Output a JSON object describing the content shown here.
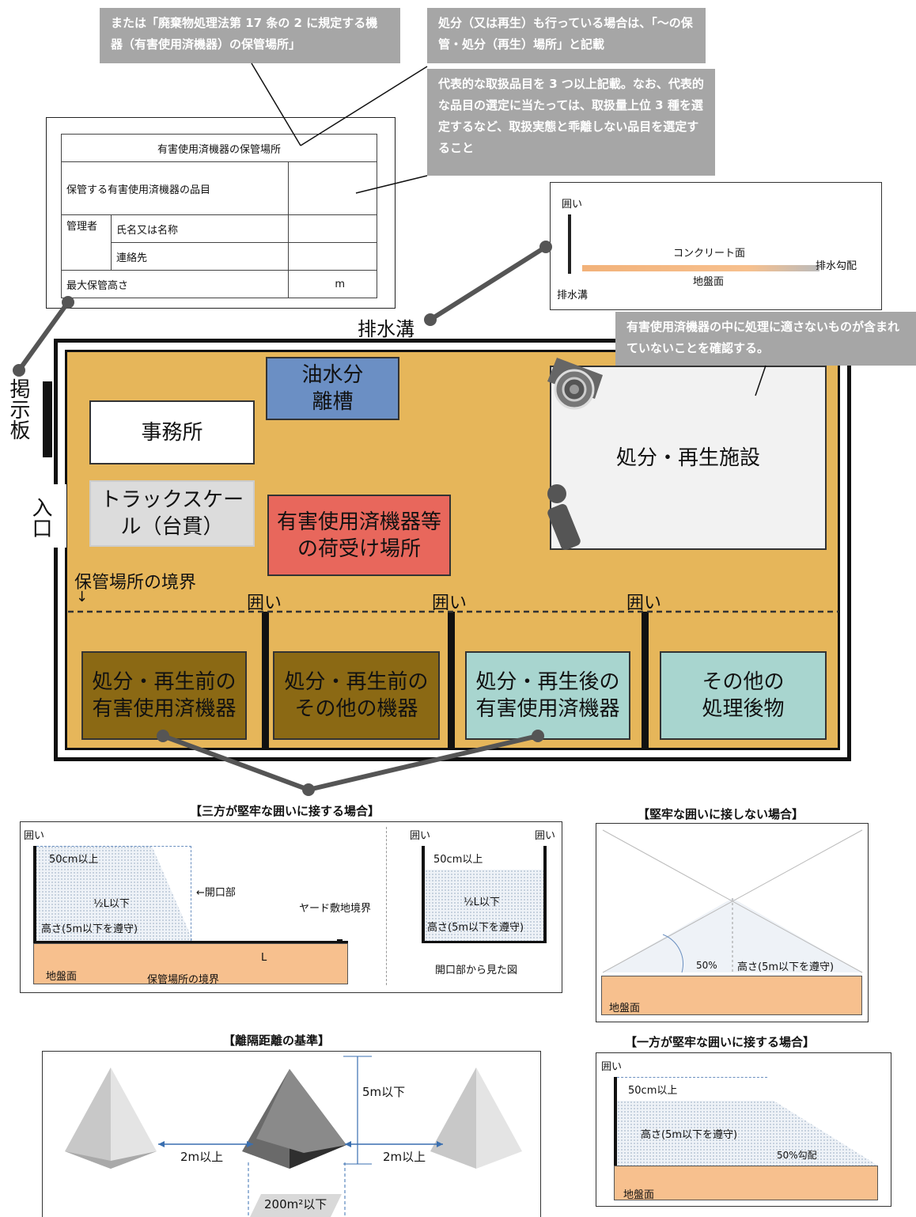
{
  "callouts": {
    "c1": "または「廃棄物処理法第 17 条の 2 に規定する機器（有害使用済機器）の保管場所」",
    "c2": "処分（又は再生）も行っている場合は、「～の保管・処分（再生）場所」と記載",
    "c3": "代表的な取扱品目を 3 つ以上記載。なお、代表的な品目の選定に当たっては、取扱量上位 3 種を選定するなど、取扱実態と乖離しない品目を選定すること",
    "c4": "有害使用済機器の中に処理に適さないものが含まれていないことを確認する。"
  },
  "sign": {
    "title": "有害使用済機器の保管場所",
    "item_label": "保管する有害使用済機器の品目",
    "manager_label": "管理者",
    "name_label": "氏名又は名称",
    "contact_label": "連絡先",
    "height_label": "最大保管高さ",
    "height_unit": "m"
  },
  "drain_detail": {
    "wall": "囲い",
    "concrete": "コンクリート面",
    "slope": "排水勾配",
    "ground": "地盤面",
    "ditch": "排水溝"
  },
  "site": {
    "drain_label": "排水溝",
    "board_label": "掲示板",
    "entrance_label": "入口",
    "office": "事務所",
    "oil_separator": "油水分離槽",
    "truck_scale": "トラックスケール（台貫）",
    "receiving": "有害使用済機器等の荷受け場所",
    "facility": "処分・再生施設",
    "boundary": "保管場所の境界",
    "enclosure": "囲い",
    "bay1": "処分・再生前の有害使用済機器",
    "bay2": "処分・再生前のその他の機器",
    "bay3": "処分・再生後の有害使用済機器",
    "bay4": "その他の処理後物",
    "colors": {
      "yard": "#e6b65a",
      "bay_brown": "#8b6914",
      "bay_teal": "#a8d5cf",
      "receiving": "#e8675c",
      "oil": "#6b8fc4"
    }
  },
  "three_sides": {
    "heading": "【三方が堅牢な囲いに接する場合】",
    "wall": "囲い",
    "margin": "50cm以上",
    "half": "½L以下",
    "height": "高さ(5m以下を遵守)",
    "opening": "←開口部",
    "yard_boundary": "ヤード敷地境界",
    "ground": "地盤面",
    "storage_boundary": "保管場所の境界",
    "L": "L",
    "front_view": "開口部から見た図",
    "wall_left": "囲い",
    "wall_right": "囲い",
    "front_margin": "50cm以上",
    "front_half": "½L以下",
    "front_height": "高さ(5m以下を遵守)"
  },
  "no_wall": {
    "heading": "【堅牢な囲いに接しない場合】",
    "pct": "50%",
    "height": "高さ(5m以下を遵守)",
    "ground": "地盤面"
  },
  "separation": {
    "heading": "【離隔距離の基準】",
    "height": "5m以下",
    "gap_left": "2m以上",
    "gap_right": "2m以上",
    "area": "200m²以下"
  },
  "one_side": {
    "heading": "【一方が堅牢な囲いに接する場合】",
    "wall": "囲い",
    "margin": "50cm以上",
    "height": "高さ(5m以下を遵守)",
    "slope": "50%勾配",
    "ground": "地盤面"
  }
}
